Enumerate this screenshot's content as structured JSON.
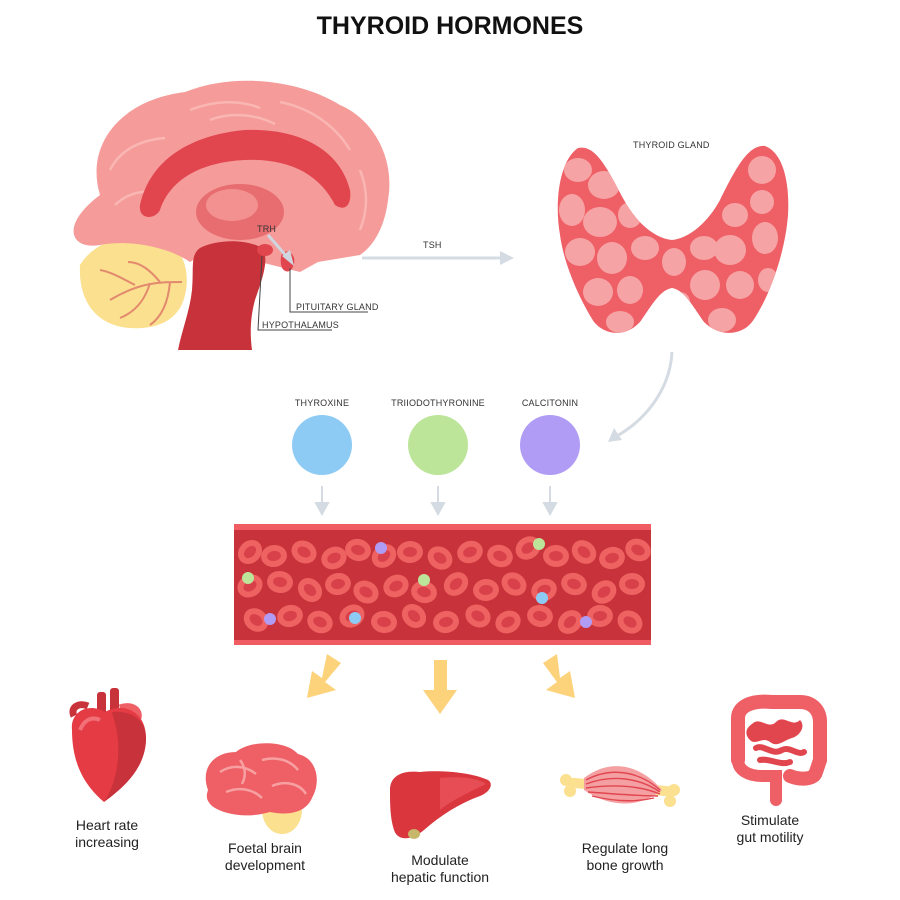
{
  "title": "THYROID HORMONES",
  "labels": {
    "trh": "TRH",
    "pituitary": "PITUITARY GLAND",
    "hypothalamus": "HYPOTHALAMUS",
    "tsh": "TSH",
    "thyroid_gland": "THYROID GLAND"
  },
  "hormones": [
    {
      "name": "THYROXINE",
      "color": "#8ecbf4"
    },
    {
      "name": "TRIIODOTHYRONINE",
      "color": "#bce59a"
    },
    {
      "name": "CALCITONIN",
      "color": "#b19cf5"
    }
  ],
  "effects": [
    {
      "line1": "Heart rate",
      "line2": "increasing",
      "icon": "heart-icon"
    },
    {
      "line1": "Foetal brain",
      "line2": "development",
      "icon": "brain-icon"
    },
    {
      "line1": "Modulate",
      "line2": "hepatic function",
      "icon": "liver-icon"
    },
    {
      "line1": "Regulate long",
      "line2": "bone growth",
      "icon": "bone-muscle-icon"
    },
    {
      "line1": "Stimulate",
      "line2": "gut motility",
      "icon": "intestine-icon"
    }
  ],
  "colors": {
    "vessel": "#c8323a",
    "rbc": "#ee6262",
    "arrow_gray": "#d5dbe3",
    "arrow_yellow": "#fcd27a",
    "tissue_pink": "#f5a0a0",
    "thyroid_red": "#ee5f66"
  }
}
